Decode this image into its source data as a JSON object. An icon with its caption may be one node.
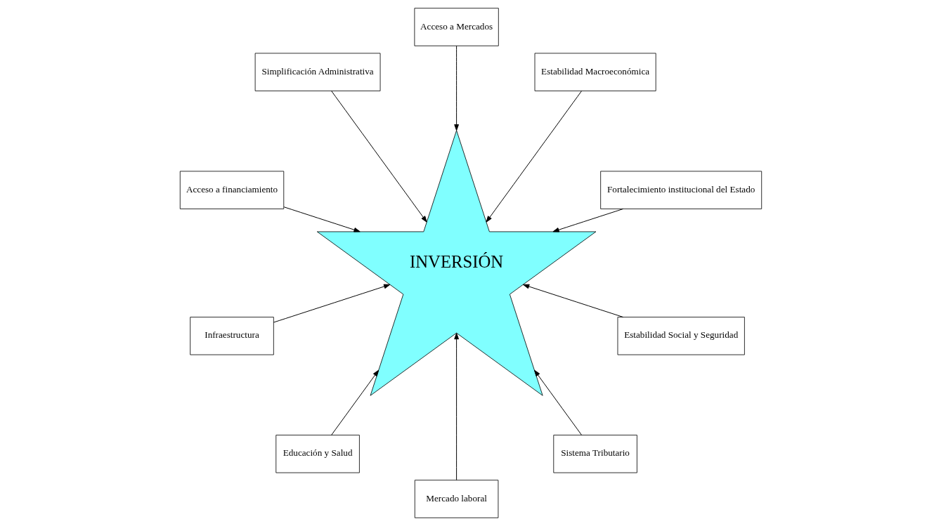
{
  "diagram": {
    "nodes": [
      {
        "text": [
          "INVERSIÓN"
        ]
      },
      {
        "text": [
          "Fortalecimiento institucional del Estado"
        ]
      },
      {
        "text": [
          "Estabilidad Macroeconómica"
        ]
      },
      {
        "text": [
          "Acceso a Mercados"
        ]
      },
      {
        "text": [
          "Simplificación Administrativa"
        ]
      },
      {
        "text": [
          "Acceso a financiamiento"
        ]
      },
      {
        "text": [
          "Infraestructura"
        ]
      },
      {
        "text": [
          "Educación y Salud"
        ]
      },
      {
        "text": [
          "Mercado laboral"
        ]
      },
      {
        "text": [
          "Sistema Tributario"
        ]
      },
      {
        "text": [
          "Estabilidad Social y Seguridad"
        ]
      }
    ],
    "edges": [
      {
        "from": 1,
        "to": 0,
        "arrow": "to"
      },
      {
        "from": 2,
        "to": 0,
        "arrow": "to"
      },
      {
        "from": 3,
        "to": 0,
        "arrow": "to"
      },
      {
        "from": 4,
        "to": 0,
        "arrow": "to"
      },
      {
        "from": 5,
        "to": 0,
        "arrow": "to"
      },
      {
        "from": 6,
        "to": 0,
        "arrow": "to"
      },
      {
        "from": 7,
        "to": 0,
        "arrow": "to"
      },
      {
        "from": 8,
        "to": 0,
        "arrow": "to"
      },
      {
        "from": 9,
        "to": 0,
        "arrow": "to"
      },
      {
        "from": 10,
        "to": 0,
        "arrow": "to"
      }
    ]
  }
}
